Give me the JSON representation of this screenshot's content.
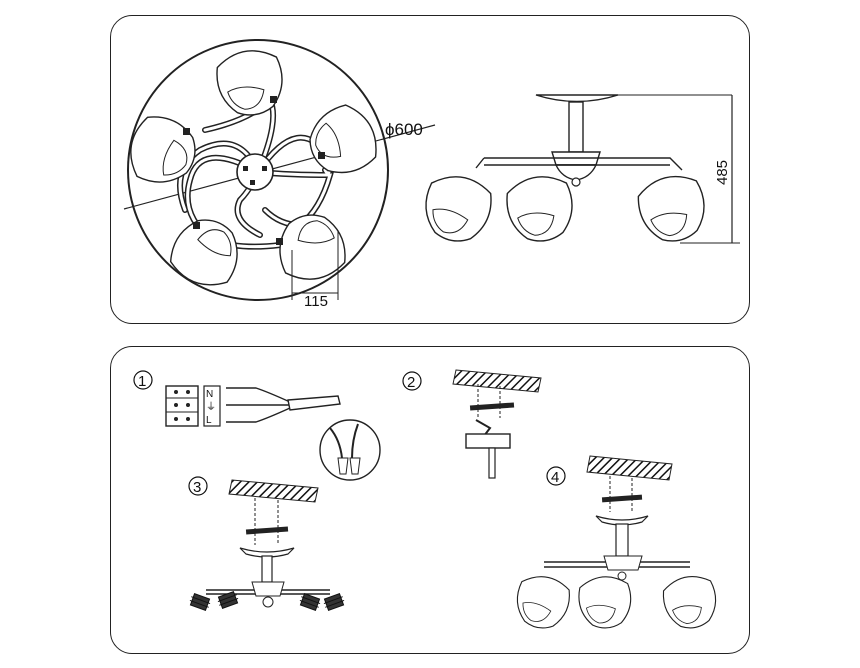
{
  "dimensions": {
    "diameter_label": "ϕ600",
    "shade_width_label": "115",
    "height_label": "485"
  },
  "steps": [
    {
      "number": "1"
    },
    {
      "number": "2"
    },
    {
      "number": "3"
    },
    {
      "number": "4"
    }
  ],
  "terminal_letters": [
    "N",
    "⏚",
    "L"
  ]
}
